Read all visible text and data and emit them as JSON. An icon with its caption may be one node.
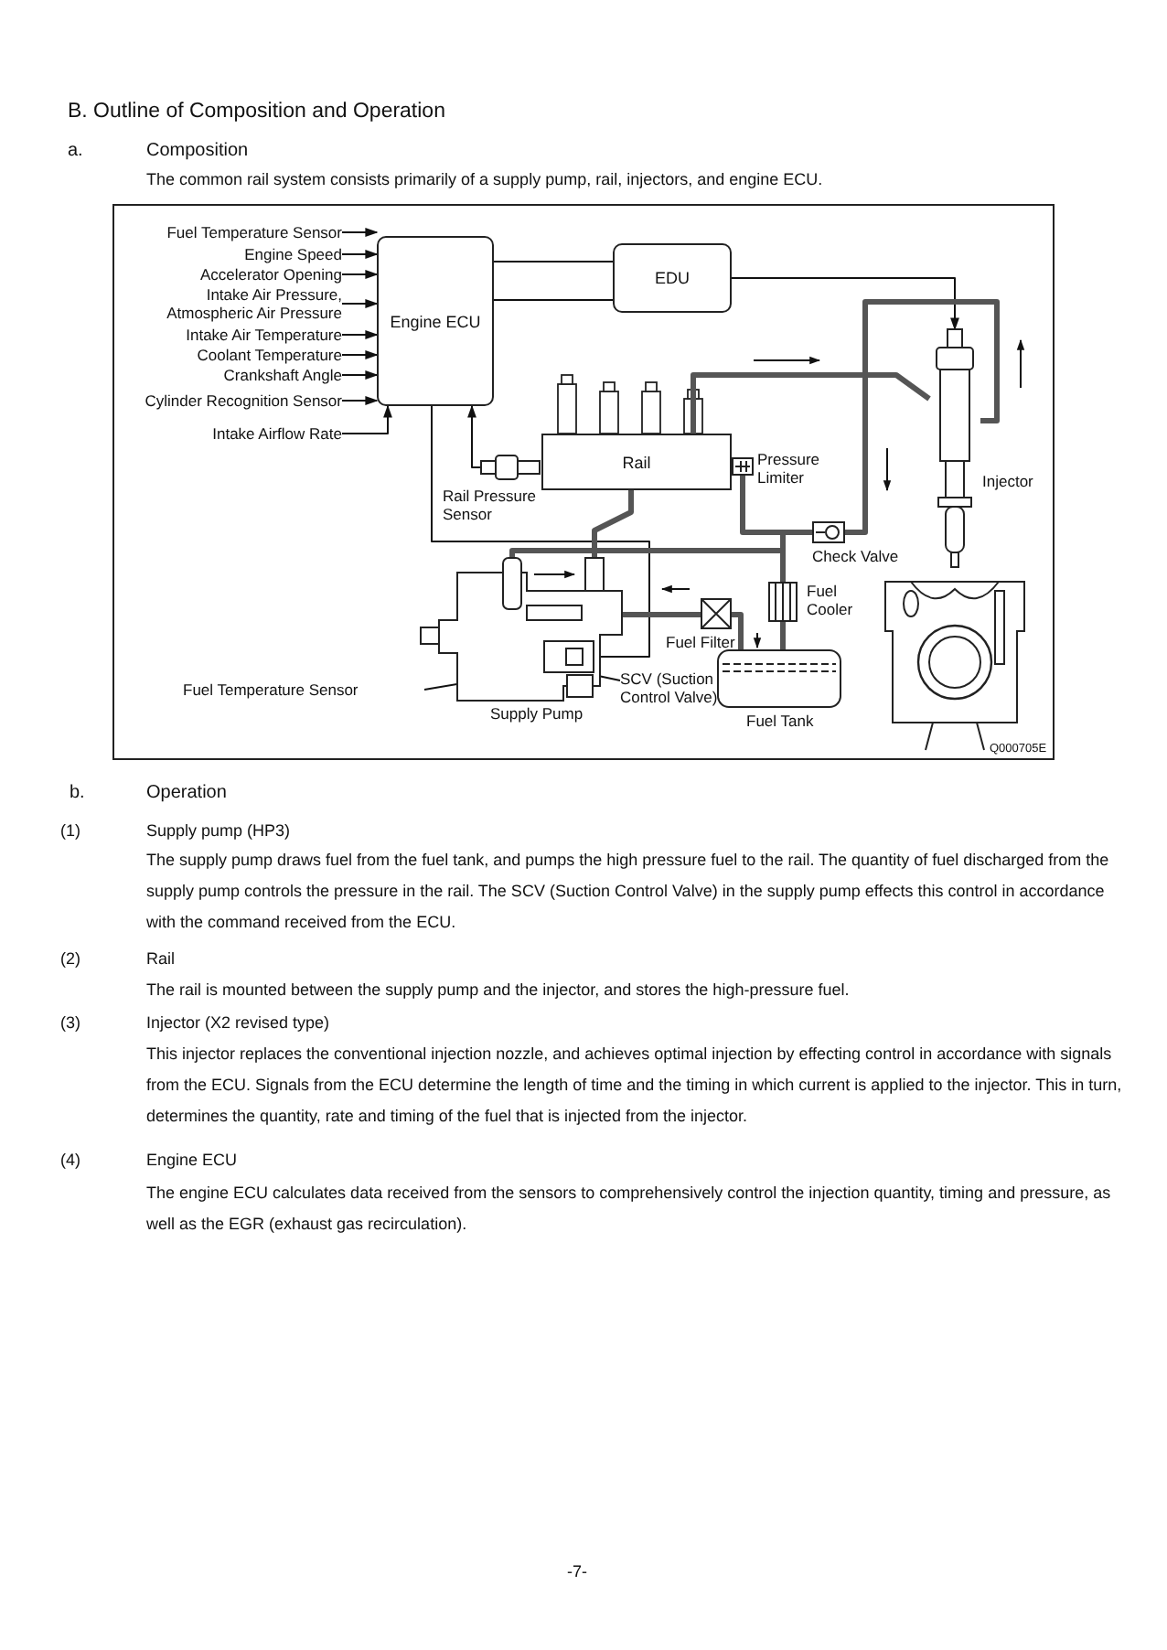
{
  "diagram": {
    "title": "B. Outline of Composition and Operation",
    "nodes": [
      {
        "text": [
          "Engine ECU"
        ]
      },
      {
        "text": [
          "EDU"
        ]
      },
      {
        "text": [
          "Fuel Temperature Sensor"
        ]
      },
      {
        "text": [
          "Engine Speed"
        ]
      },
      {
        "text": [
          "Accelerator Opening"
        ]
      },
      {
        "text": [
          "Intake Air Pressure, Atmospheric Air Pressure"
        ]
      },
      {
        "text": [
          "Intake Air Temperature"
        ]
      },
      {
        "text": [
          "Coolant Temperature"
        ]
      },
      {
        "text": [
          "Crankshaft Angle"
        ]
      },
      {
        "text": [
          "Cylinder Recognition Sensor"
        ]
      },
      {
        "text": [
          "Intake Airflow Rate"
        ]
      },
      {
        "text": [
          "Rail"
        ]
      },
      {
        "text": [],
        "shape": "picture",
        "beside": [
          "Rail Pressure Sensor"
        ]
      },
      {
        "text": [],
        "shape": "picture",
        "beside": [
          "Pressure Limiter"
        ]
      },
      {
        "text": [],
        "shape": "picture",
        "beside": [
          "Injector"
        ]
      },
      {
        "text": [],
        "shape": "picture",
        "beside": [
          "Check Valve"
        ]
      },
      {
        "text": [],
        "shape": "picture",
        "beside": [
          "Fuel Cooler"
        ]
      },
      {
        "text": [],
        "shape": "picture",
        "beside": [
          "Fuel Filter"
        ]
      },
      {
        "text": [],
        "shape": "picture",
        "beside": [
          "Fuel Tank"
        ]
      },
      {
        "text": [],
        "shape": "picture",
        "beside": [
          "Supply Pump"
        ]
      },
      {
        "text": [
          "SCV (Suction Control Valve)"
        ]
      },
      {
        "text": [],
        "shape": "box",
        "in": 19
      },
      {
        "text": [
          "Fuel Temperature Sensor"
        ]
      },
      {
        "text": [],
        "shape": "box",
        "in": 21
      }
    ],
    "edges": [
      {
        "from": 2,
        "to": 0,
        "arrow": "to"
      },
      {
        "from": 3,
        "to": 0,
        "arrow": "to"
      },
      {
        "from": 4,
        "to": 0,
        "arrow": "to"
      },
      {
        "from": 5,
        "to": 0,
        "arrow": "to"
      },
      {
        "from": 6,
        "to": 0,
        "arrow": "to"
      },
      {
        "from": 7,
        "to": 0,
        "arrow": "to"
      },
      {
        "from": 8,
        "to": 0,
        "arrow": "to"
      },
      {
        "from": 9,
        "to": 0,
        "arrow": "to"
      },
      {
        "from": 10,
        "to": 0,
        "arrow": "to"
      },
      {
        "from": 0,
        "to": 1,
        "arrow": "none"
      },
      {
        "from": 0,
        "to": 1,
        "arrow": "none"
      },
      {
        "from": 1,
        "to": 14,
        "arrow": "to"
      },
      {
        "from": 12,
        "to": 0,
        "arrow": "to"
      },
      {
        "from": 0,
        "to": 21,
        "arrow": "none"
      },
      {
        "from": 19,
        "to": 11,
        "arrow": "none",
        "style": "thick"
      },
      {
        "from": 11,
        "to": 14,
        "arrow": "none",
        "style": "thick"
      },
      {
        "from": 13,
        "to": 16,
        "arrow": "none",
        "style": "thick"
      },
      {
        "from": 14,
        "to": 15,
        "arrow": "none",
        "style": "thick"
      },
      {
        "from": 15,
        "to": 16,
        "arrow": "none",
        "style": "thick"
      },
      {
        "from": 16,
        "to": 18,
        "arrow": "none",
        "style": "thick"
      },
      {
        "from": 18,
        "to": 17,
        "arrow": "none",
        "style": "thick"
      },
      {
        "from": 17,
        "to": 19,
        "arrow": "none",
        "style": "thick"
      },
      {
        "from": 19,
        "to": 16,
        "arrow": "none",
        "style": "thick"
      },
      {
        "from": 20,
        "to": 21,
        "arrow": "none"
      },
      {
        "from": 22,
        "to": 23,
        "arrow": "none"
      }
    ],
    "labels": [
      "a.",
      "Composition",
      "The common rail system consists primarily of a supply pump, rail, injectors, and engine ECU.",
      "Q000705E",
      "b.",
      "Operation",
      "(1)",
      "Supply pump (HP3)",
      "The supply pump draws fuel from the fuel tank, and pumps the high pressure fuel to the rail. The quantity of fuel discharged from the supply pump controls the pressure in the rail. The SCV (Suction Control Valve) in the supply pump effects this control in accordance with the command received from the ECU.",
      "(2)",
      "Rail",
      "The rail is mounted between the supply pump and the injector, and stores the high-pressure fuel.",
      "(3)",
      "Injector (X2 revised type)",
      "This injector replaces the conventional injection nozzle, and achieves optimal injection by effecting control in accordance with signals from the ECU. Signals from the ECU determine the length of time and the timing in which current is applied to the injector. This in turn, determines the quantity, rate and timing of the fuel that is injected from the injector.",
      "(4)",
      "Engine ECU",
      "The engine ECU calculates data received from the sensors to comprehensively control the injection quantity, timing and pressure, as well as the EGR (exhaust gas recirculation).",
      "-7-"
    ]
  }
}
